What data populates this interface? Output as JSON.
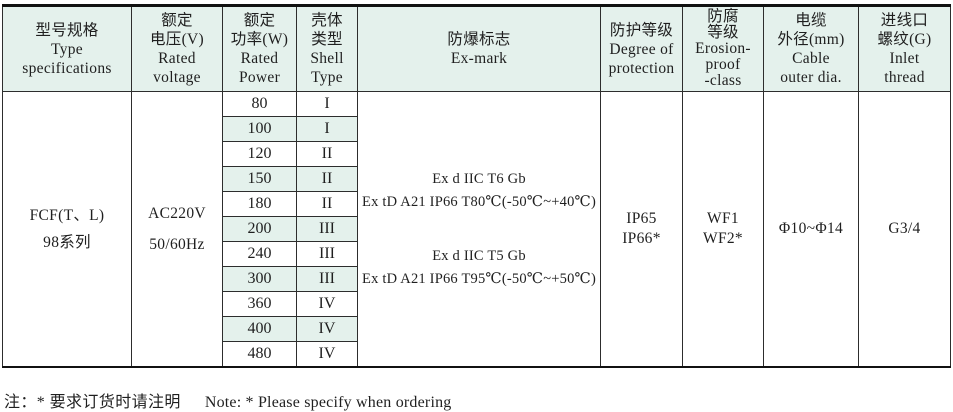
{
  "colors": {
    "shaded_bg": "#e4f1ec",
    "grid_line": "#2d2d2d",
    "text": "#1f1f1f"
  },
  "table": {
    "headers": [
      "型号规格\nType\nspecifications",
      "额定\n电压(V)\nRated\nvoltage",
      "额定\n功率(W)\nRated\nPower",
      "壳体\n类型\nShell\nType",
      "防爆标志\nEx-mark",
      "防护等级\nDegree of\nprotection",
      "防腐\n等级\nErosion-\nproof\n-class",
      "电缆\n外径(mm)\nCable\nouter dia.",
      "进线口\n螺纹(G)\nInlet\nthread"
    ],
    "model": "FCF(T、L)\n98系列",
    "voltage": "AC220V\n50/60Hz",
    "rows": [
      {
        "power": "80",
        "shell": "I"
      },
      {
        "power": "100",
        "shell": "I"
      },
      {
        "power": "120",
        "shell": "II"
      },
      {
        "power": "150",
        "shell": "II"
      },
      {
        "power": "180",
        "shell": "II"
      },
      {
        "power": "200",
        "shell": "III"
      },
      {
        "power": "240",
        "shell": "III"
      },
      {
        "power": "300",
        "shell": "III"
      },
      {
        "power": "360",
        "shell": "IV"
      },
      {
        "power": "400",
        "shell": "IV"
      },
      {
        "power": "480",
        "shell": "IV"
      }
    ],
    "ex_mark": [
      "Ex d IIC T6 Gb\nEx tD A21 IP66 T80℃(-50℃~+40℃)",
      "Ex d IIC T5 Gb\nEx tD A21 IP66 T95℃(-50℃~+50℃)"
    ],
    "protection": "IP65\nIP66*",
    "erosion": "WF1\nWF2*",
    "cable": "Φ10~Φ14",
    "inlet": "G3/4"
  },
  "note": {
    "zh": "注：* 要求订货时请注明",
    "en": "Note: * Please specify when ordering"
  }
}
